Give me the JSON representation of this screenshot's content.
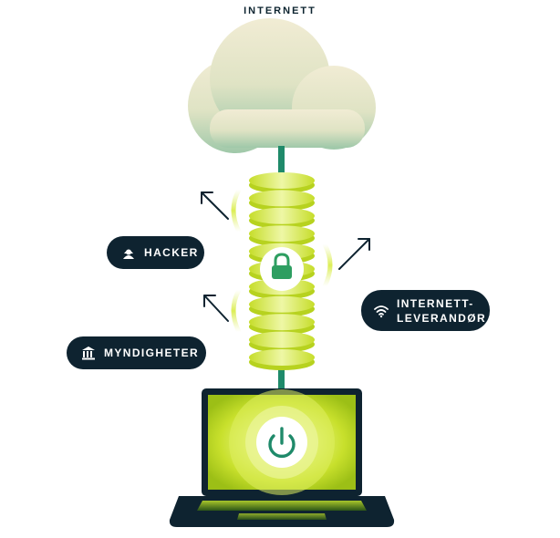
{
  "title": "INTERNETT",
  "labels": {
    "hacker": "HACKER",
    "myndigheter": "MYNDIGHETER",
    "isp": "INTERNETT-\nLEVERANDØR"
  },
  "icons": {
    "hacker": "hacker-icon",
    "myndigheter": "government-building-icon",
    "isp": "wifi-icon",
    "tunnel": "lock-icon",
    "laptop": "power-icon",
    "cloud": "cloud-icon"
  },
  "colors": {
    "navy": "#0e2330",
    "cable": "#1f8a6a",
    "lime": "#d6ec3a",
    "lime_light": "#eef7a8",
    "lock_green": "#2e9e61",
    "cloud_light": "#ece8cf",
    "cloud_dark": "#a9cdb1"
  }
}
